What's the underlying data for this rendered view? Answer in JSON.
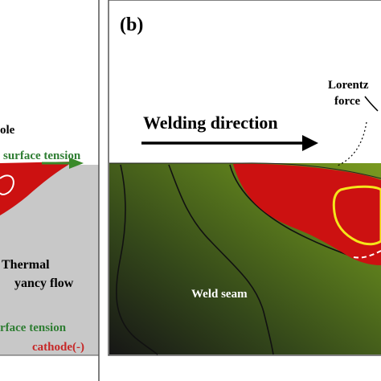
{
  "panel_a": {
    "labels": {
      "hole": "ole",
      "surface_tension_top": "surface tension",
      "thermal": "Thermal",
      "buoyancy_flow": "yancy flow",
      "surface_tension_bottom": "rface tension",
      "cathode": "cathode(-)"
    },
    "colors": {
      "background": "#c8c8c8",
      "melt_pool": "#cc1111",
      "arrow": "#3a8a2a",
      "surface_tension_text": "#2e7d32",
      "cathode_text": "#c62828"
    }
  },
  "panel_b": {
    "panel_label": "(b)",
    "labels": {
      "welding_direction": "Welding direction",
      "lorentz": "Lorentz",
      "force": "force",
      "weld_seam": "Weld seam"
    },
    "colors": {
      "plate_gradient_dark": "#1a1a1a",
      "plate_gradient_mid": "#3c5418",
      "plate_gradient_light": "#6a8a1c",
      "melt_pool": "#cc1111",
      "vortex_loop": "#f5e61a",
      "isotherm_lines": "#111111"
    }
  }
}
